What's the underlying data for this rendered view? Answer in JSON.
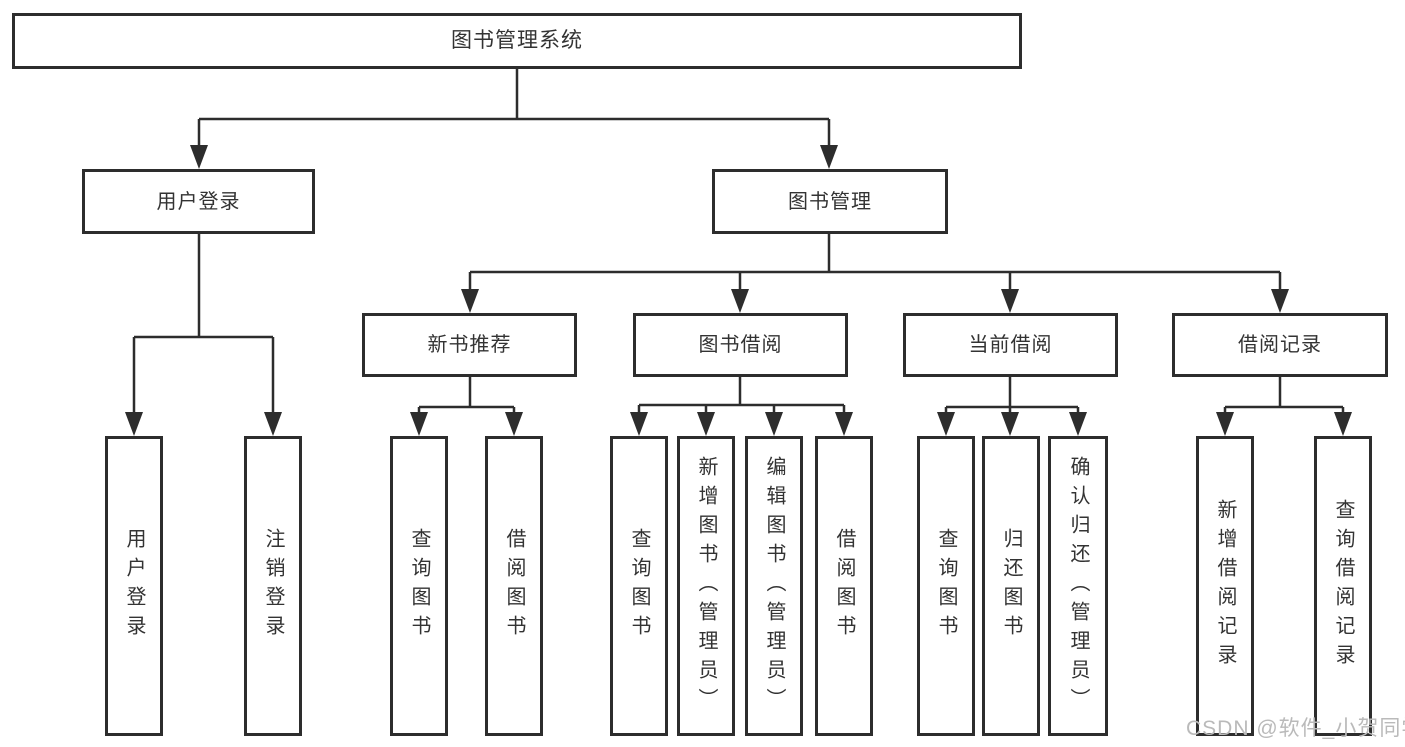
{
  "diagram": {
    "root": {
      "label": "图书管理系统"
    },
    "branches": [
      {
        "label": "用户登录",
        "leaves": [
          {
            "label": "用户登录"
          },
          {
            "label": "注销登录"
          }
        ]
      },
      {
        "label": "图书管理",
        "children": [
          {
            "label": "新书推荐",
            "leaves": [
              {
                "label": "查询图书"
              },
              {
                "label": "借阅图书"
              }
            ]
          },
          {
            "label": "图书借阅",
            "leaves": [
              {
                "label": "查询图书"
              },
              {
                "label": "新增图书（管理员）"
              },
              {
                "label": "编辑图书（管理员）"
              },
              {
                "label": "借阅图书"
              }
            ]
          },
          {
            "label": "当前借阅",
            "leaves": [
              {
                "label": "查询图书"
              },
              {
                "label": "归还图书"
              },
              {
                "label": "确认归还（管理员）"
              }
            ]
          },
          {
            "label": "借阅记录",
            "leaves": [
              {
                "label": "新增借阅记录"
              },
              {
                "label": "查询借阅记录"
              }
            ]
          }
        ]
      }
    ]
  },
  "watermark": {
    "text": "CSDN @软件_小贺同学"
  },
  "colors": {
    "line": "#2d2d2d",
    "text": "#333333",
    "watermark": "#bababa",
    "bg": "#ffffff"
  }
}
